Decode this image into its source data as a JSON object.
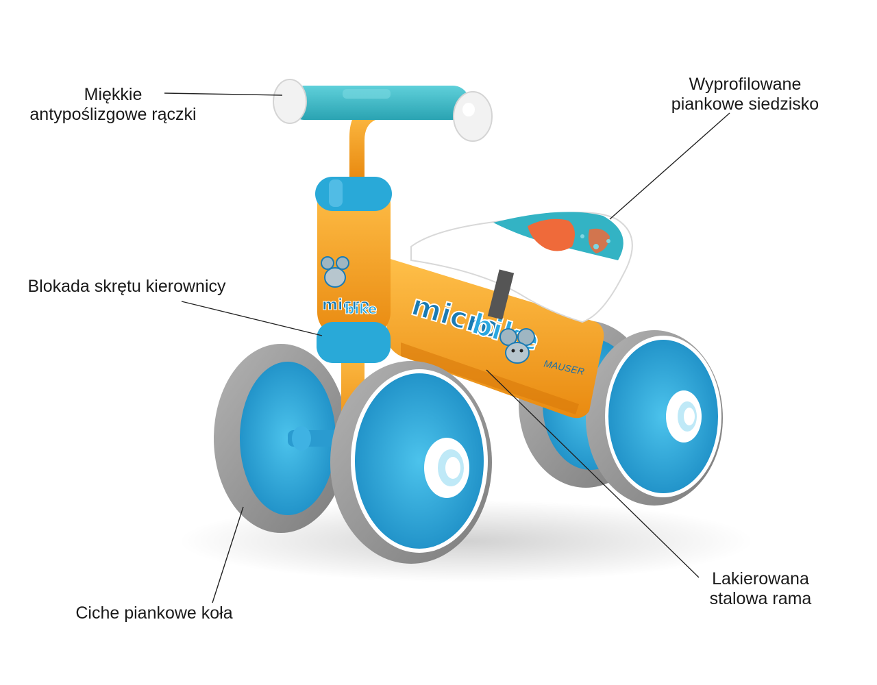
{
  "callouts": {
    "handles": {
      "line1": "Miękkie",
      "line2": "antypoślizgowe rączki"
    },
    "seat": {
      "line1": "Wyprofilowane",
      "line2": "piankowe siedzisko"
    },
    "steering_lock": {
      "line1": "Blokada skrętu kierownicy"
    },
    "frame": {
      "line1": "Lakierowana",
      "line2": "stalowa rama"
    },
    "wheels": {
      "line1": "Ciche piankowe koła"
    }
  },
  "product": {
    "logo_part1": "micro",
    "logo_part2": "bike",
    "stem_logo_part1": "micro",
    "stem_logo_part2": "bike",
    "maker_mark": "MAUSER"
  },
  "colors": {
    "frame_orange": "#f6a21c",
    "accent_blue": "#29a9d8",
    "tire_gray": "#8e8e8e",
    "handle_teal": "#3cbcc8",
    "seat_orange": "#ef6a3a",
    "line_color": "#222222"
  }
}
